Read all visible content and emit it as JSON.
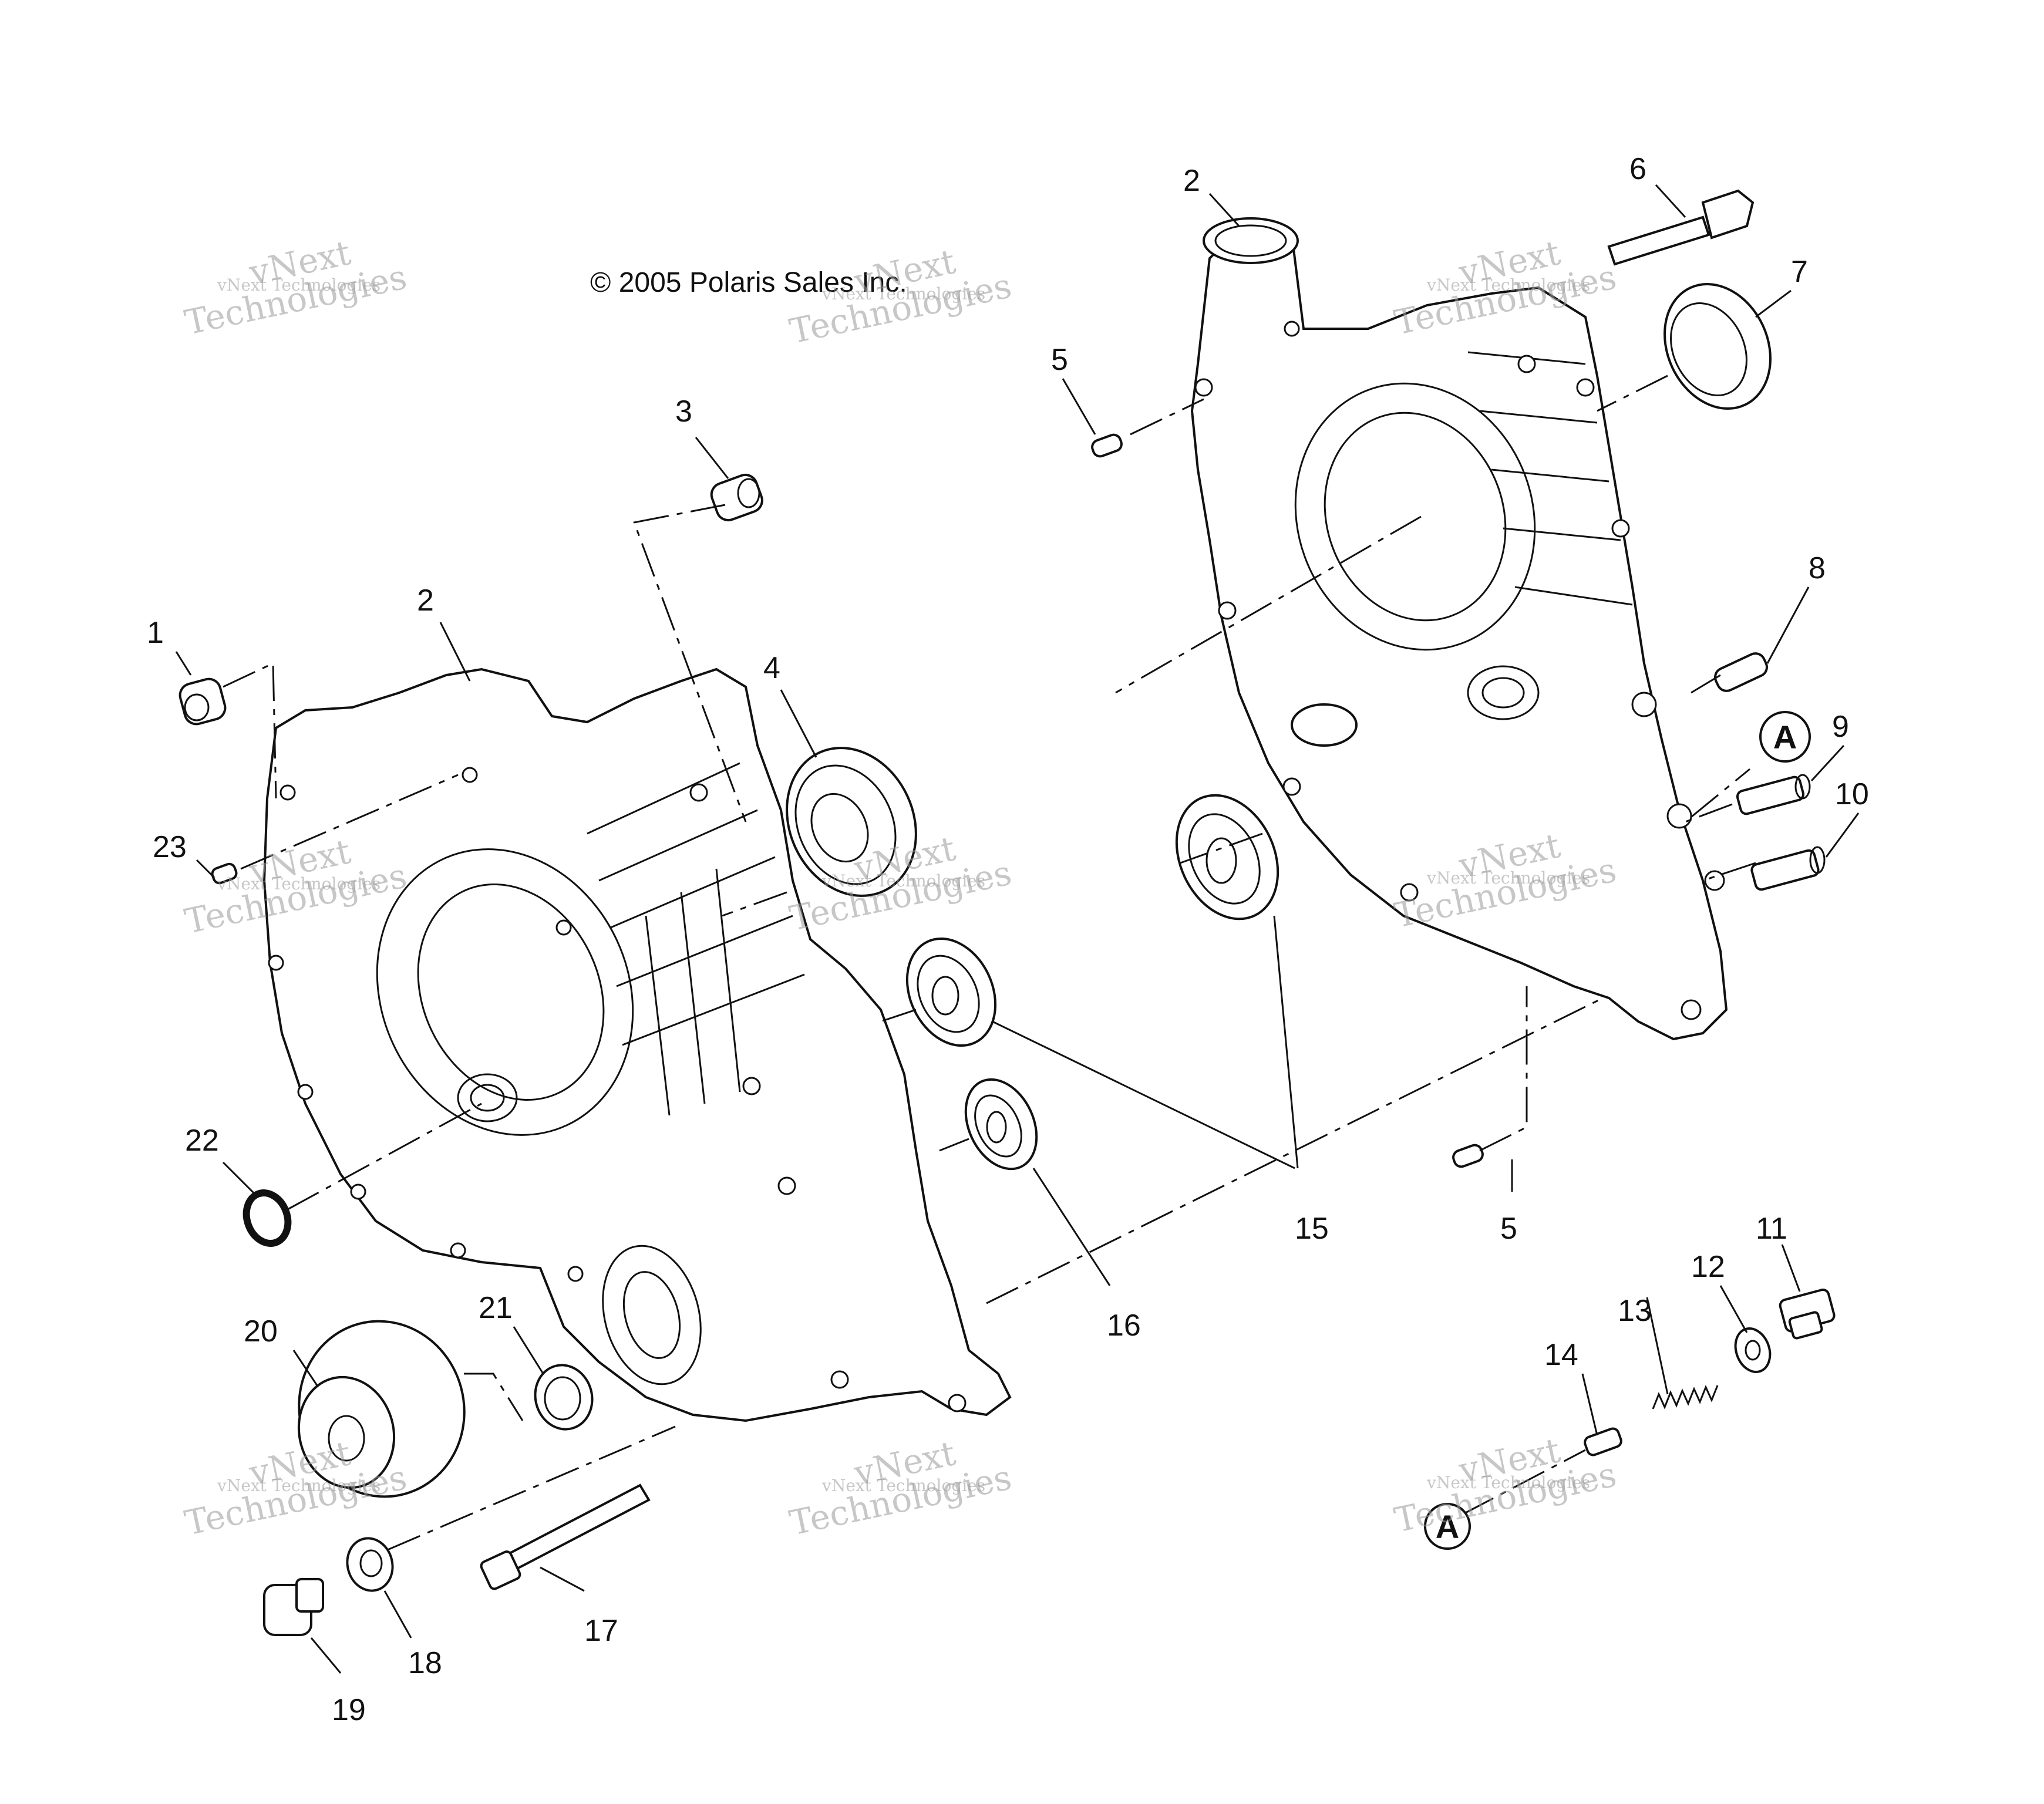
{
  "copyright": "© 2005 Polaris Sales Inc.",
  "watermark": {
    "line1": "vNext Technologies",
    "line2": "vNext",
    "line3": "Technologies"
  },
  "callouts": {
    "c1": "1",
    "c2a": "2",
    "c2b": "2",
    "c3": "3",
    "c4": "4",
    "c5a": "5",
    "c5b": "5",
    "c6": "6",
    "c7": "7",
    "c8": "8",
    "c9": "9",
    "c10": "10",
    "c11": "11",
    "c12": "12",
    "c13": "13",
    "c14": "14",
    "c15": "15",
    "c16": "16",
    "c17": "17",
    "c18": "18",
    "c19": "19",
    "c20": "20",
    "c21": "21",
    "c22": "22",
    "c23": "23"
  },
  "reference_marks": {
    "a1": "A",
    "a2": "A"
  }
}
